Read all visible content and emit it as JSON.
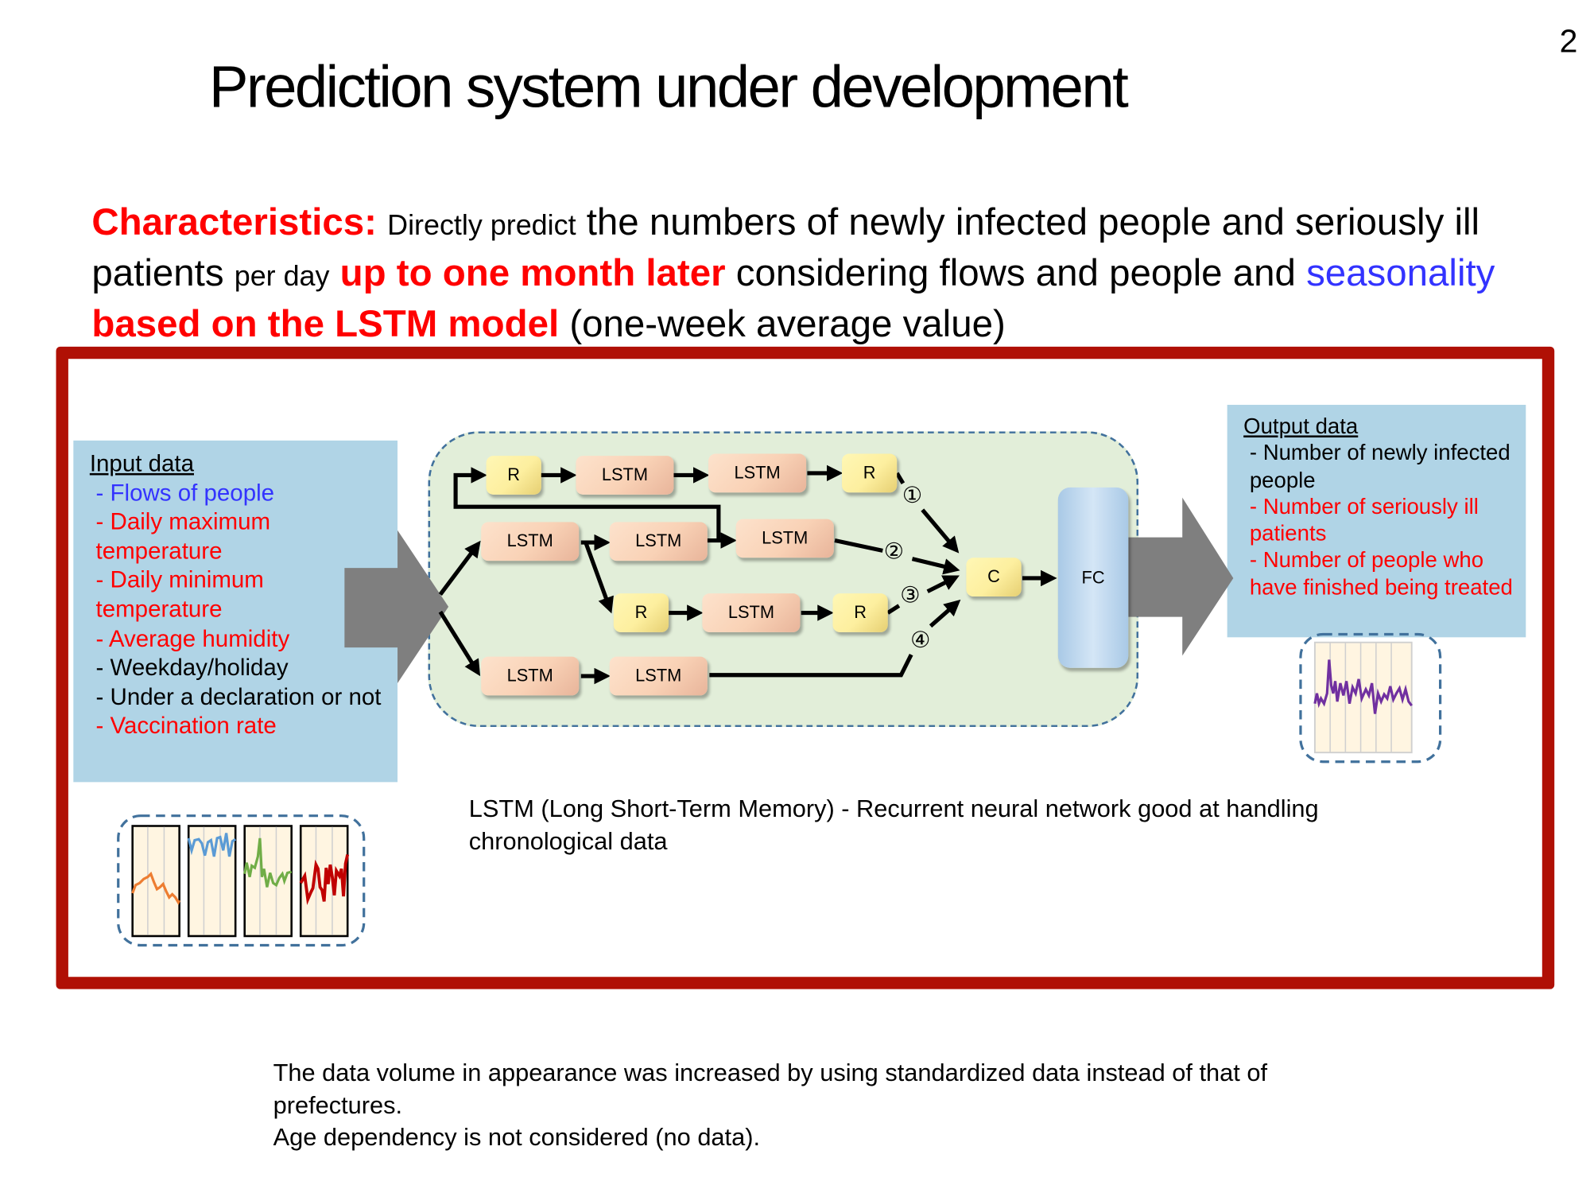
{
  "page_number": "2",
  "title": "Prediction system under development",
  "characteristics": {
    "label": "Characteristics:",
    "t1": "Directly predict",
    "t2": "the numbers of newly infected people and seriously ill patients",
    "t3": "per day",
    "t4": "up to one month later",
    "t5": "considering flows and people and",
    "t6": "seasonality",
    "t7": "based on the LSTM model",
    "t8": "(one-week average value)"
  },
  "input": {
    "heading": "Input data",
    "items": [
      {
        "text": "- Flows of people",
        "color": "#3333ff"
      },
      {
        "text": "- Daily maximum temperature",
        "color": "#ff0000"
      },
      {
        "text": "- Daily minimum temperature",
        "color": "#ff0000"
      },
      {
        "text": "- Average humidity",
        "color": "#ff0000"
      },
      {
        "text": "- Weekday/holiday",
        "color": "#000000"
      },
      {
        "text": "- Under a declaration or not",
        "color": "#000000"
      },
      {
        "text": "- Vaccination rate",
        "color": "#ff0000"
      }
    ]
  },
  "output": {
    "heading": "Output data",
    "items": [
      {
        "text": "- Number of newly infected people",
        "color": "#000000"
      },
      {
        "text": "- Number of seriously ill patients",
        "color": "#ff0000"
      },
      {
        "text": "- Number of people who have finished being treated",
        "color": "#ff0000"
      }
    ]
  },
  "network": {
    "r": "R",
    "lstm": "LSTM",
    "c": "C",
    "fc": "FC",
    "paths": [
      "①",
      "②",
      "③",
      "④"
    ]
  },
  "lstm_note": "LSTM (Long Short-Term Memory) - Recurrent neural network good at handling chronological data",
  "footer": {
    "line1": "The data volume in appearance was increased by using standardized data instead of that of prefectures.",
    "line2": "Age dependency is not considered (no data)."
  },
  "colors": {
    "frame": "#b01005",
    "panel": "#b0d4e6",
    "network_bg": "#e2eed9"
  }
}
